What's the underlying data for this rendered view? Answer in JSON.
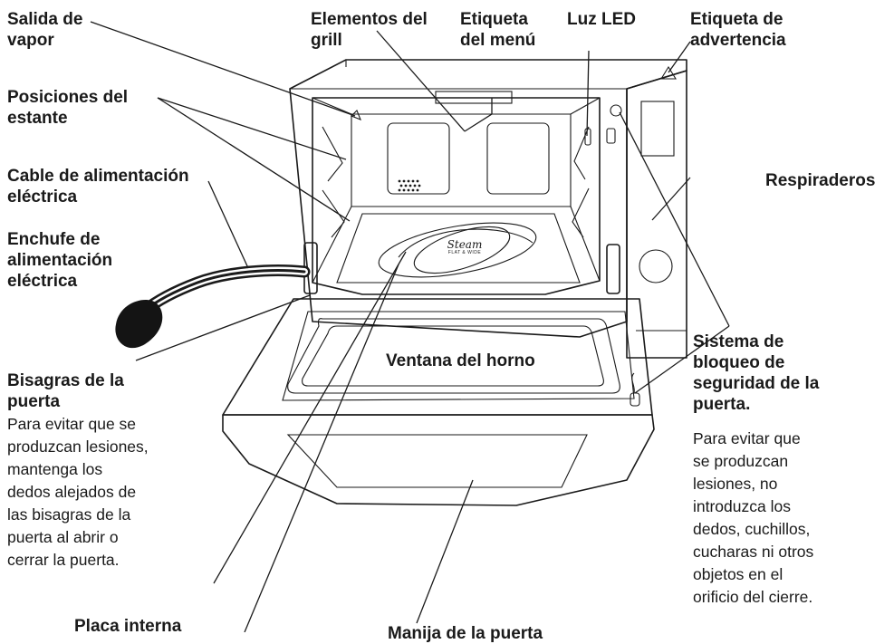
{
  "labels": {
    "steam_vent": "Salida de\nvapor",
    "grill_elements": "Elementos del\ngrill",
    "menu_label": "Etiqueta\ndel menú",
    "led_light": "Luz LED",
    "warning_label": "Etiqueta de\nadvertencia",
    "shelf_positions": "Posiciones del\nestante",
    "power_cable": "Cable de alimentación\neléctrica",
    "vents": "Respiraderos",
    "power_plug": "Enchufe de\nalimentación\neléctrica",
    "door_hinges": "Bisagras de la\npuerta",
    "door_hinges_note": "Para evitar que se\nproduzcan lesiones,\nmantenga los\ndedos alejados de\nlas bisagras de la\npuerta al abrir o\ncerrar la puerta.",
    "safety_lock": "Sistema de\nbloqueo de\nseguridad de la\npuerta.",
    "safety_lock_note": "Para evitar que\nse produzcan\nlesiones, no\nintroduzca los\ndedos, cuchillos,\ncucharas ni otros\nobjetos en el\norificio del cierre.",
    "oven_window": "Ventana del horno",
    "inner_plate": "Placa interna",
    "door_handle": "Manija de la puerta"
  },
  "logo": {
    "brand": "Steam",
    "sub": "FLAT & WIDE"
  }
}
